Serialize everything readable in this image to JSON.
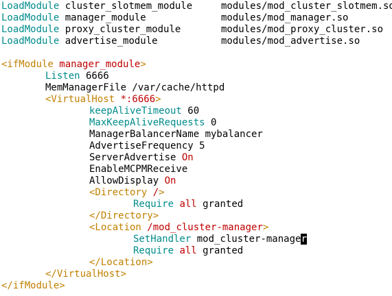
{
  "editor": {
    "load_lines": [
      {
        "keyword": "LoadModule",
        "module": "cluster_slotmem_module",
        "path": "modules/mod_cluster_slotmem.so"
      },
      {
        "keyword": "LoadModule",
        "module": "manager_module",
        "path": "modules/mod_manager.so"
      },
      {
        "keyword": "LoadModule",
        "module": "proxy_cluster_module",
        "path": "modules/mod_proxy_cluster.so"
      },
      {
        "keyword": "LoadModule",
        "module": "advertise_module",
        "path": "modules/mod_advertise.so"
      }
    ],
    "ifmodule_open": {
      "tag_start": "<ifModule ",
      "arg": "manager_module",
      "tag_end": ">"
    },
    "listen": {
      "keyword": "Listen",
      "value": " 6666"
    },
    "memmanager": {
      "text": "MemManagerFile /var/cache/httpd"
    },
    "vhost_open": {
      "tag_start": "<VirtualHost ",
      "arg": "*:6666",
      "tag_end": ">"
    },
    "keepalive": {
      "keyword": "keepAliveTimeout",
      "value": " 60"
    },
    "maxkeepalive": {
      "keyword": "MaxKeepAliveRequests",
      "value": " 0"
    },
    "balancer": {
      "text": "ManagerBalancerName mybalancer"
    },
    "advfreq": {
      "text": "AdvertiseFrequency 5"
    },
    "serveradv": {
      "text": "ServerAdvertise ",
      "value": "On"
    },
    "enablemcpm": {
      "text": "EnableMCPMReceive"
    },
    "allowdisplay": {
      "text": "AllowDisplay ",
      "value": "On"
    },
    "dir_open": {
      "tag_start": "<Directory ",
      "arg": "/",
      "tag_end": ">"
    },
    "dir_require": {
      "keyword": "Require",
      "mid": " ",
      "arg": "all",
      "rest": " granted"
    },
    "dir_close": {
      "text": "</Directory>"
    },
    "loc_open": {
      "tag_start": "<Location ",
      "arg": "/mod_cluster-manager",
      "tag_end": ">"
    },
    "sethandler": {
      "keyword": "SetHandler",
      "value": " mod_cluster-manage",
      "cursor_char": "r"
    },
    "loc_require": {
      "keyword": "Require",
      "mid": " ",
      "arg": "all",
      "rest": " granted"
    },
    "loc_close": {
      "text": "</Location>"
    },
    "vhost_close": {
      "text": "</VirtualHost>"
    },
    "ifmodule_close": {
      "text": "</ifModule>"
    }
  }
}
